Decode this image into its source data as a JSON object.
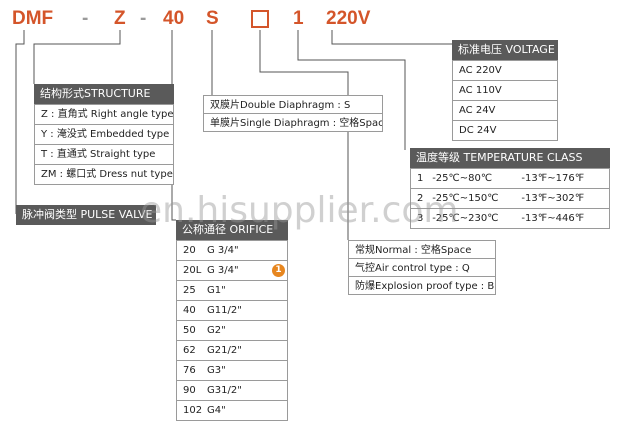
{
  "model_code": {
    "part1": "DMF",
    "dash1": "-",
    "part2": "Z",
    "dash2": "-",
    "part3": "40",
    "part4": "S",
    "part6": "1",
    "part7": "220V"
  },
  "structure": {
    "header": "结构形式STRUCTURE",
    "rows": [
      "Z : 直角式 Right angle type",
      "Y : 淹没式 Embedded type",
      "T : 直通式 Straight type",
      "ZM : 螺口式 Dress nut type"
    ]
  },
  "pulse_valve": {
    "label": "脉冲阀类型 PULSE VALVE"
  },
  "diaphragm": {
    "rows": [
      "双膜片Double Diaphragm : S",
      "单膜片Single Diaphragm : 空格Space"
    ]
  },
  "voltage": {
    "header": "标准电压 VOLTAGE",
    "rows": [
      "AC 220V",
      "AC 110V",
      "AC 24V",
      "DC 24V"
    ]
  },
  "temperature": {
    "header": "温度等级 TEMPERATURE CLASS",
    "rows": [
      {
        "n": "1",
        "c": "-25℃~80℃",
        "f": "-13℉~176℉"
      },
      {
        "n": "2",
        "c": "-25℃~150℃",
        "f": "-13℉~302℉"
      },
      {
        "n": "3",
        "c": "-25℃~230℃",
        "f": "-13℉~446℉"
      }
    ]
  },
  "orifice": {
    "header": "公称通径 ORIFICE",
    "rows": [
      {
        "n": "20",
        "g": "G 3/4\""
      },
      {
        "n": "20L",
        "g": "G 3/4\""
      },
      {
        "n": "25",
        "g": "G1\""
      },
      {
        "n": "40",
        "g": "G11/2\""
      },
      {
        "n": "50",
        "g": "G2\""
      },
      {
        "n": "62",
        "g": "G21/2\""
      },
      {
        "n": "76",
        "g": "G3\""
      },
      {
        "n": "90",
        "g": "G31/2\""
      },
      {
        "n": "102",
        "g": "G4\""
      }
    ],
    "badge": "1"
  },
  "type_options": {
    "rows": [
      "常规Normal : 空格Space",
      "气控Air control type : Q",
      "防爆Explosion proof type : B"
    ]
  },
  "watermark": "en.hisupplier.com",
  "colors": {
    "code": "#d4552a",
    "header": "#5a5a5a",
    "badge": "#e7861f",
    "border": "#9a9a9a"
  }
}
